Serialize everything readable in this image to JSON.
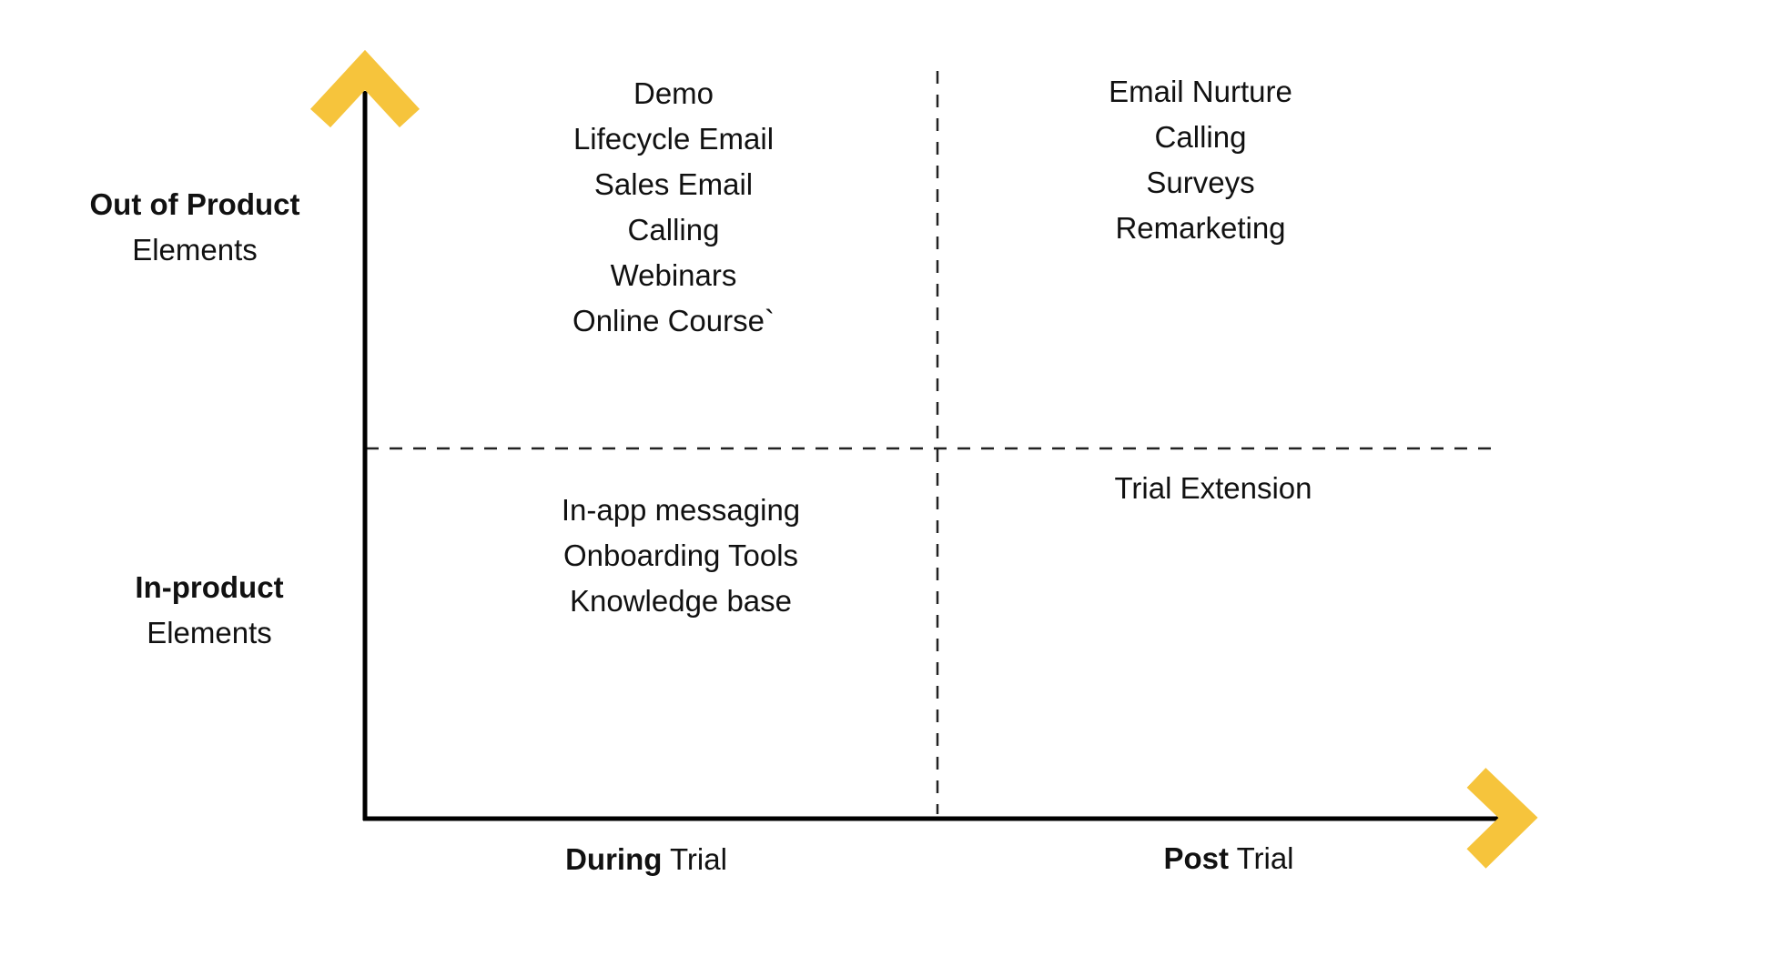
{
  "axes": {
    "y_top": {
      "bold": "Out of Product",
      "normal": "Elements"
    },
    "y_bottom": {
      "bold": "In-product",
      "normal": "Elements"
    },
    "x_left": {
      "bold": "During",
      "normal": " Trial"
    },
    "x_right": {
      "bold": "Post",
      "normal": " Trial"
    }
  },
  "quadrants": {
    "during_out_of_product": [
      "Demo",
      "Lifecycle Email",
      "Sales Email",
      "Calling",
      "Webinars",
      "Online Course`"
    ],
    "post_out_of_product": [
      "Email Nurture",
      "Calling",
      "Surveys",
      "Remarketing"
    ],
    "during_in_product": [
      "In-app messaging",
      "Onboarding Tools",
      "Knowledge base"
    ],
    "post_in_product": [
      "Trial Extension"
    ]
  },
  "colors": {
    "arrow": "#F6C43C",
    "axis": "#000000",
    "divider": "#222222",
    "text": "#111111"
  },
  "icons": {
    "y_axis_arrow": "chevron-up-icon",
    "x_axis_arrow": "chevron-right-icon"
  }
}
